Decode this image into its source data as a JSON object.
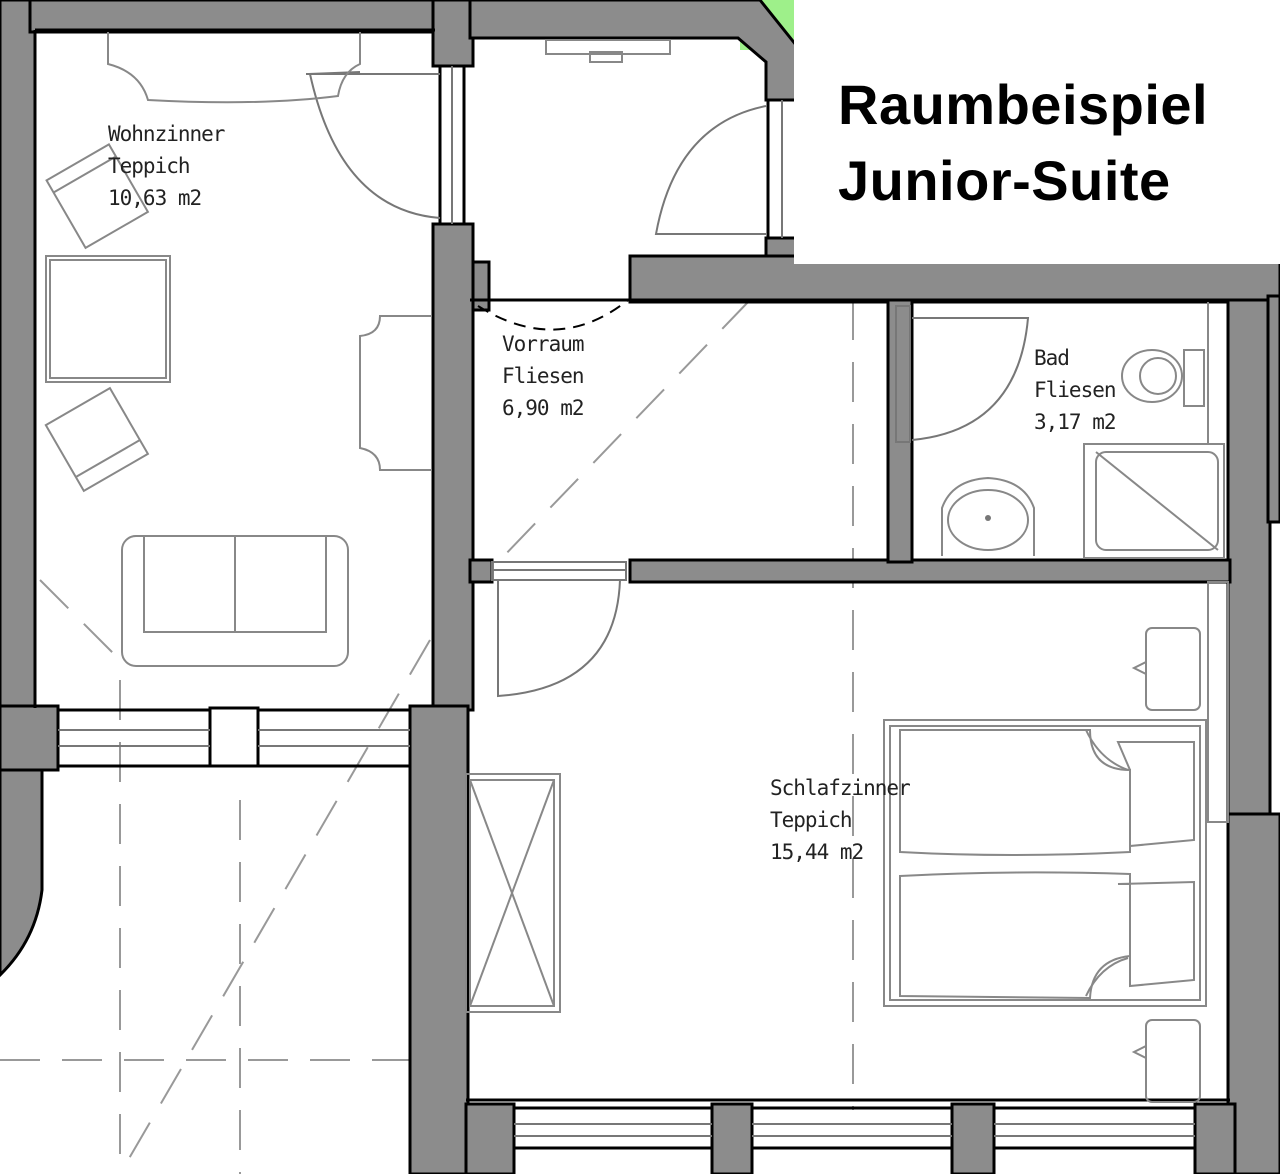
{
  "title": {
    "line1": "Raumbeispiel",
    "line2": "Junior-Suite"
  },
  "rooms": {
    "wohnzimmer": {
      "name": "Wohnzinner",
      "floor": "Teppich",
      "area": "10,63 m2"
    },
    "vorraum": {
      "name": "Vorraum",
      "floor": "Fliesen",
      "area": "6,90 m2"
    },
    "bad": {
      "name": "Bad",
      "floor": "Fliesen",
      "area": "3,17 m2"
    },
    "schlafzimmer": {
      "name": "Schlafzinner",
      "floor": "Teppich",
      "area": "15,44 m2"
    }
  },
  "colors": {
    "wall_fill": "#8c8c8c",
    "exterior_green": "#9ef08a"
  }
}
